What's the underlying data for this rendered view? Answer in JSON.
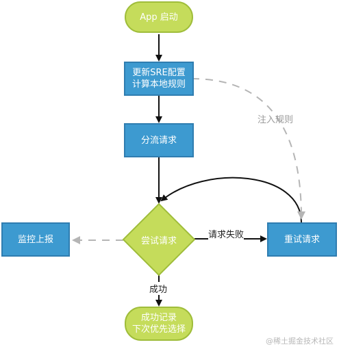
{
  "nodes": {
    "app_start": "App 启动",
    "update_config": "更新SRE配置\n计算本地规则",
    "route_request": "分流请求",
    "try_request": "尝试请求",
    "retry_request": "重试请求",
    "monitor_report": "监控上报",
    "success_record": "成功记录\n下次优先选择"
  },
  "edge_labels": {
    "inject_rules": "注入规则",
    "request_failed": "请求失败",
    "success": "成功"
  },
  "watermark": "@稀土掘金技术社区",
  "colors": {
    "terminal_fill": "#c5dc5b",
    "process_fill": "#3d9ad0",
    "arrow": "#111111",
    "dashed": "#b5b5b5"
  }
}
